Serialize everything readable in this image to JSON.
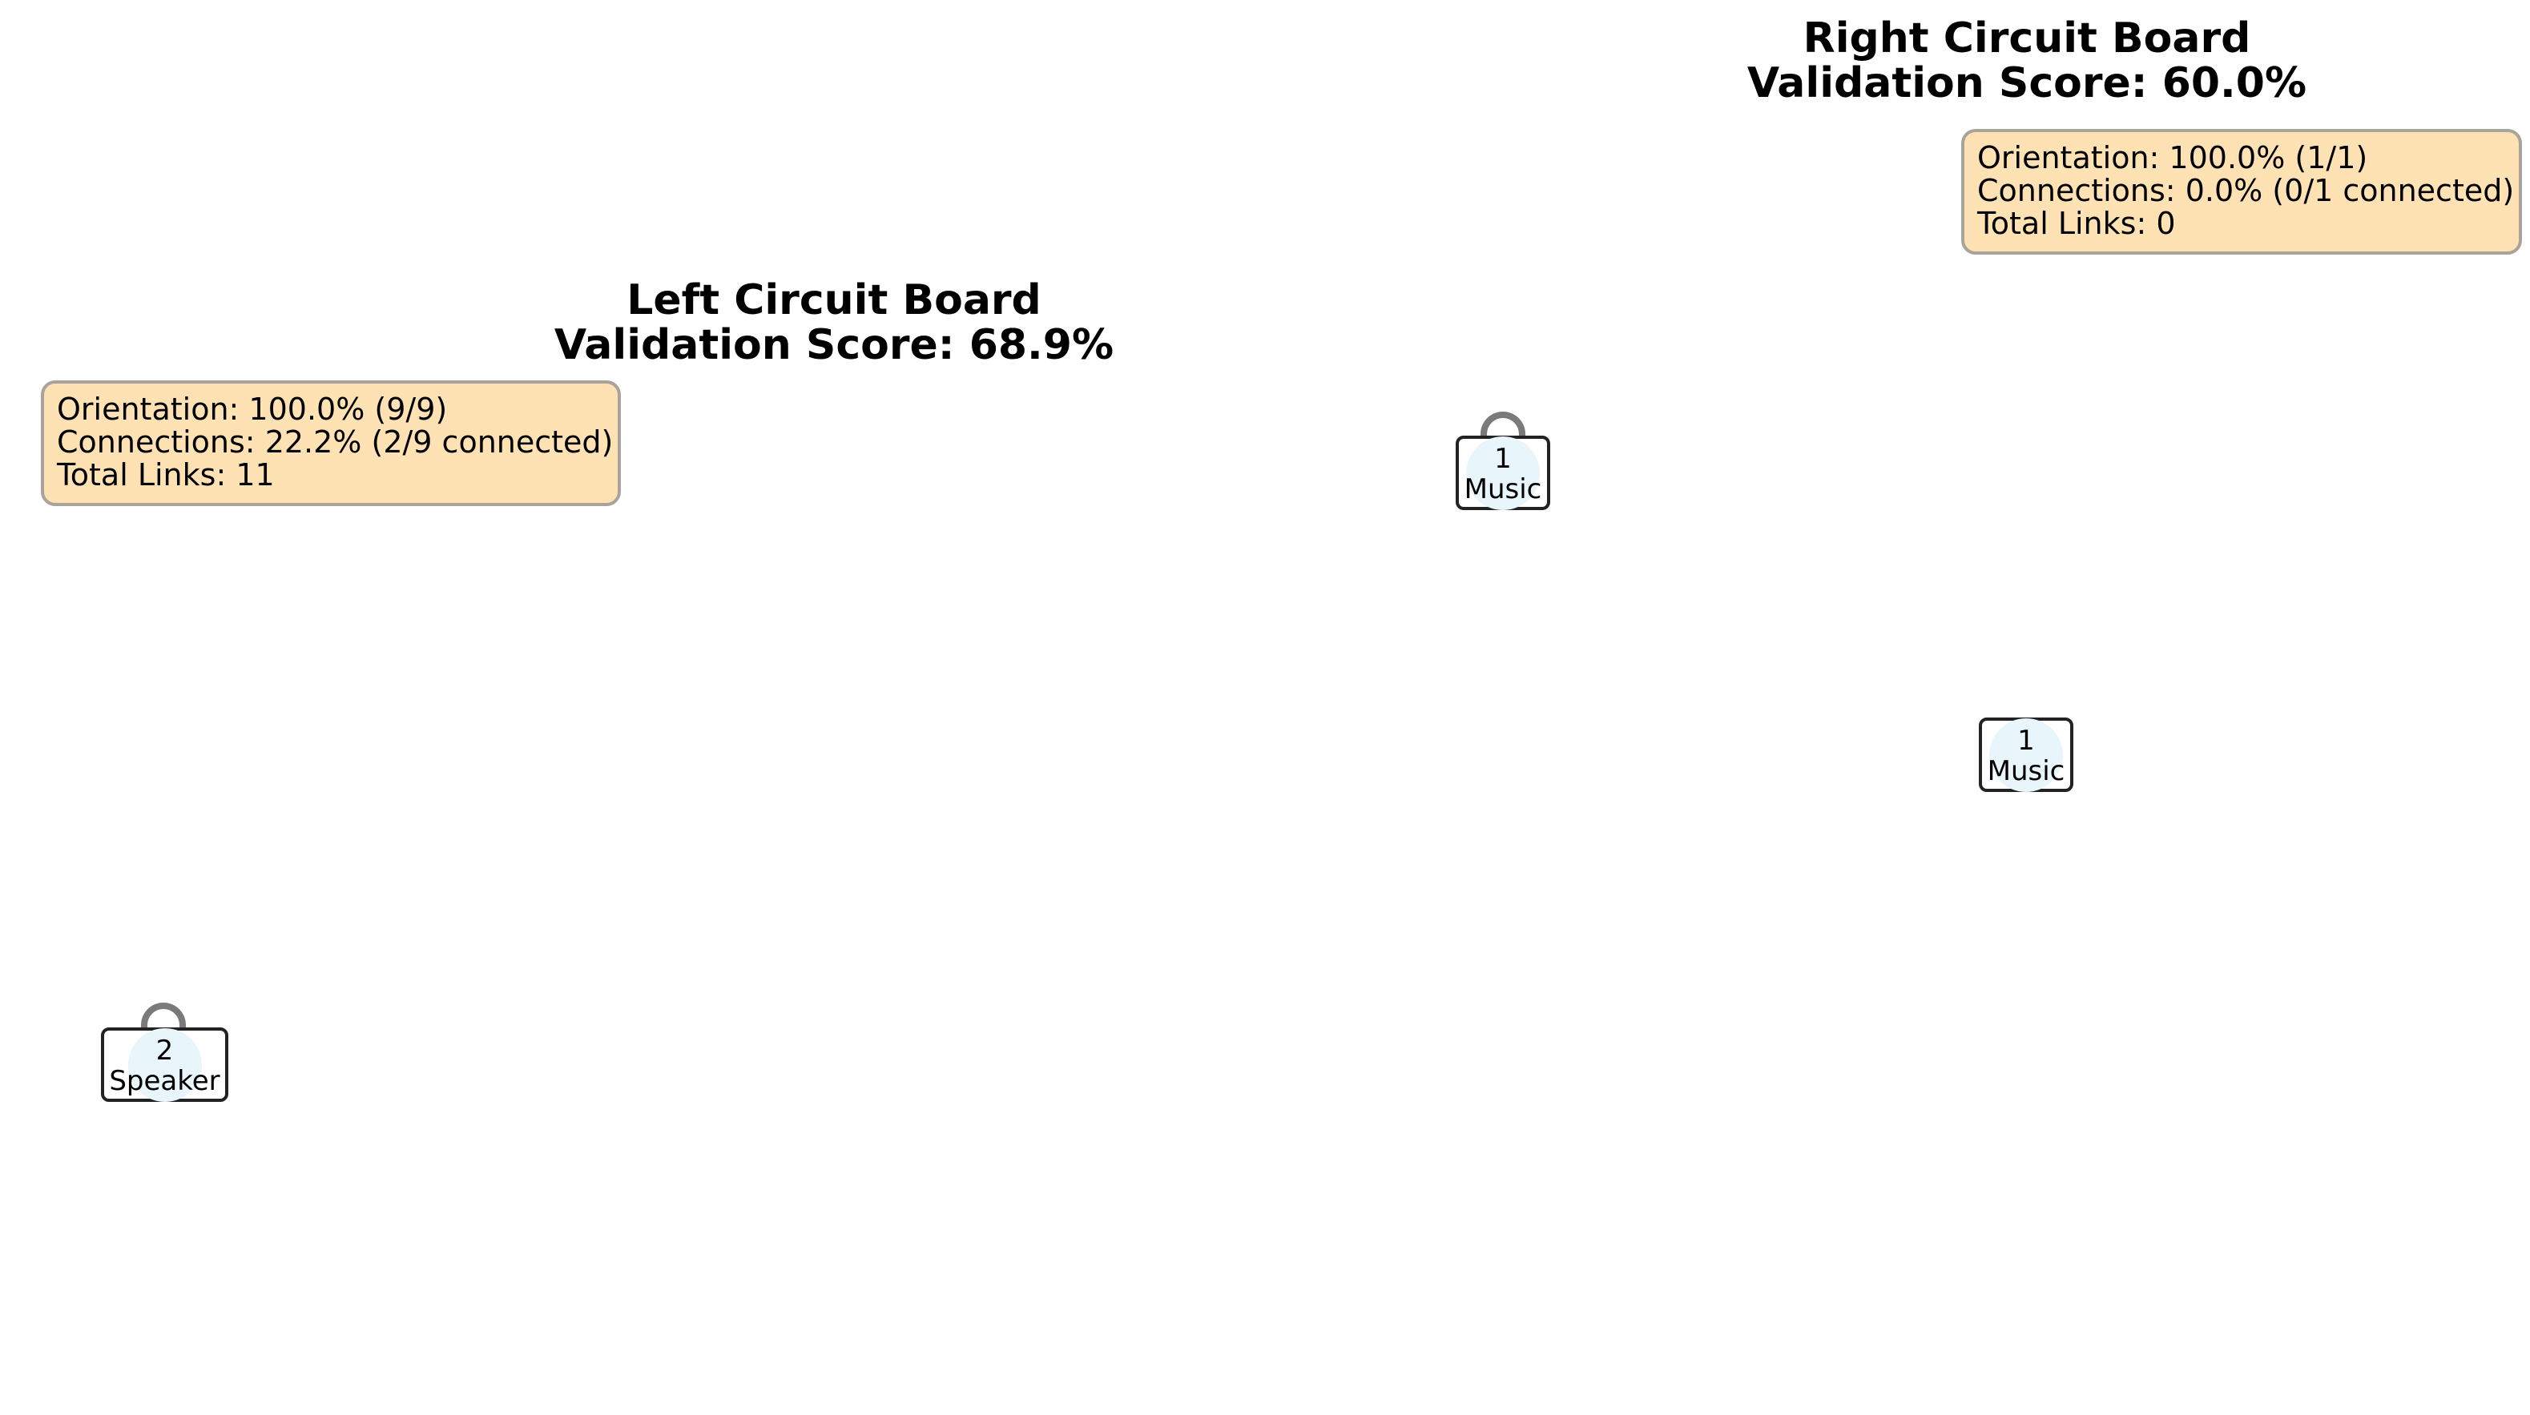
{
  "left_board": {
    "title": "Left Circuit Board",
    "score_line": "Validation Score: 68.9%",
    "stats": {
      "orientation": "Orientation: 100.0% (9/9)",
      "connections": "Connections: 22.2% (2/9 connected)",
      "total_links": "Total Links: 11"
    }
  },
  "right_board": {
    "title": "Right Circuit Board",
    "score_line": "Validation Score: 60.0%",
    "stats": {
      "orientation": "Orientation: 100.0% (1/1)",
      "connections": "Connections: 0.0% (0/1 connected)",
      "total_links": "Total Links: 0"
    }
  },
  "nodes": [
    {
      "id": "1",
      "label": "Music"
    },
    {
      "id": "1",
      "label": "Music"
    },
    {
      "id": "2",
      "label": "Speaker"
    }
  ],
  "colors": {
    "info_box_fill": "#ffe2b3",
    "info_box_border": "#a8a39b",
    "node_border": "#222222",
    "node_glow": "#e8f5fb",
    "self_loop": "#7a7a7a"
  }
}
